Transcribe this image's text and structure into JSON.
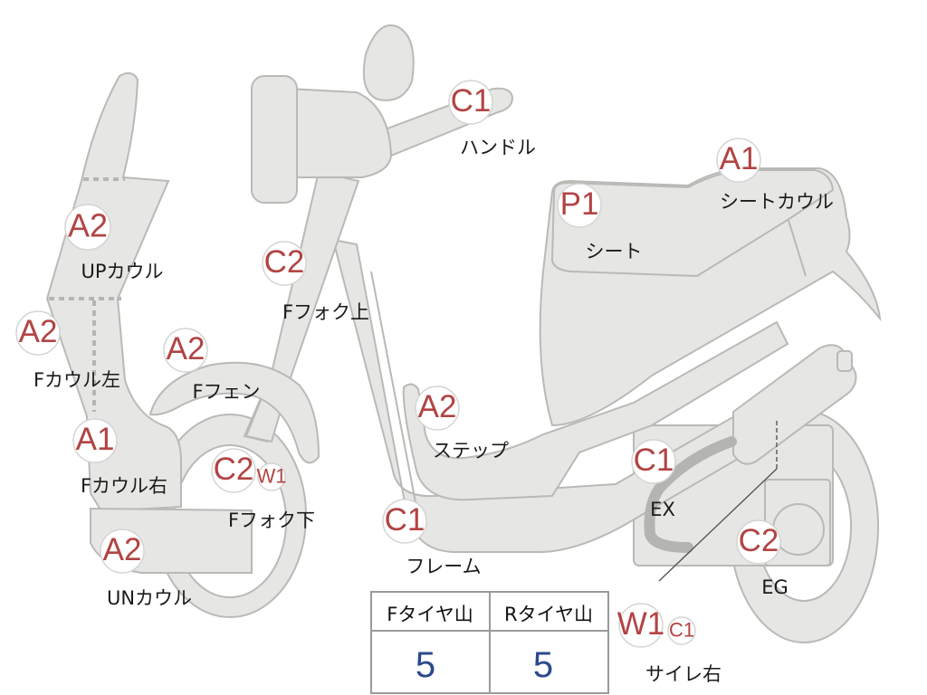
{
  "colors": {
    "part_fill": "#e6e6e4",
    "part_stroke": "#b9b9b6",
    "grade_text": "#b24444",
    "label_text": "#1a1a1a",
    "table_value": "#2b4a8c"
  },
  "parts": [
    {
      "id": "handle",
      "grade": "C1",
      "label": "ハンドル"
    },
    {
      "id": "seat-cowl",
      "grade": "A1",
      "label": "シートカウル"
    },
    {
      "id": "seat",
      "grade": "P1",
      "label": "シート"
    },
    {
      "id": "up-cowl",
      "grade": "A2",
      "label": "UPカウル"
    },
    {
      "id": "f-fork-upper",
      "grade": "C2",
      "label": "Fフォク上"
    },
    {
      "id": "f-cowl-left",
      "grade": "A2",
      "label": "Fカウル左"
    },
    {
      "id": "f-fender",
      "grade": "A2",
      "label": "Fフェン"
    },
    {
      "id": "f-cowl-right",
      "grade": "A1",
      "label": "Fカウル右"
    },
    {
      "id": "step",
      "grade": "A2",
      "label": "ステップ"
    },
    {
      "id": "f-fork-lower",
      "grade": "C2",
      "extra_grade": "W1",
      "label": "Fフォク下"
    },
    {
      "id": "exhaust",
      "grade": "C1",
      "label": "EX"
    },
    {
      "id": "frame",
      "grade": "C1",
      "label": "フレーム"
    },
    {
      "id": "engine",
      "grade": "C2",
      "label": "EG"
    },
    {
      "id": "un-cowl",
      "grade": "A2",
      "label": "UNカウル"
    },
    {
      "id": "muffler-right",
      "grade": "W1",
      "extra_grade": "C1",
      "label": "サイレ右"
    }
  ],
  "tire_table": {
    "headers": [
      "Fタイヤ山",
      "Rタイヤ山"
    ],
    "values": [
      "5",
      "5"
    ]
  }
}
